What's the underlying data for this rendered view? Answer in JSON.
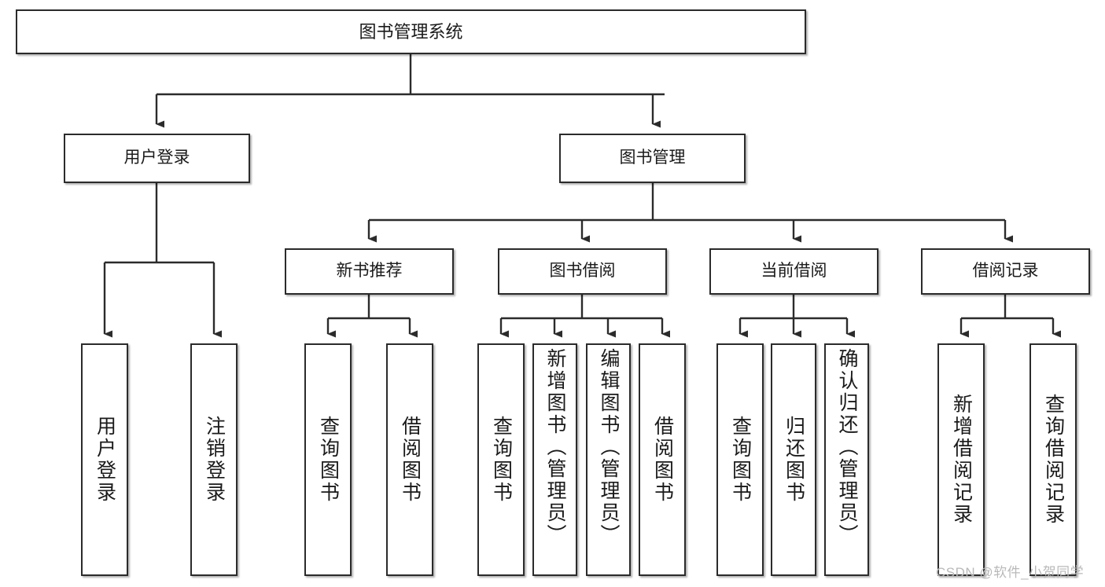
{
  "diagram": {
    "type": "tree-hierarchy",
    "title": "图书管理系统",
    "watermark": "CSDN @软件_小贺同学",
    "colors": {
      "node_border": "#2b2b2b",
      "node_fill": "#ffffff",
      "edge": "#2b2b2b",
      "canvas": "#ffffff",
      "watermark": "#b9b9b9"
    },
    "nodes": {
      "root": {
        "label": "图书管理系统"
      },
      "level2": [
        {
          "id": "user-login",
          "label": "用户登录"
        },
        {
          "id": "book-manage",
          "label": "图书管理"
        }
      ],
      "level3": [
        {
          "id": "new-book-recommend",
          "label": "新书推荐"
        },
        {
          "id": "book-borrow",
          "label": "图书借阅"
        },
        {
          "id": "current-borrow",
          "label": "当前借阅"
        },
        {
          "id": "borrow-record",
          "label": "借阅记录"
        }
      ],
      "leaves": {
        "user_login": [
          {
            "id": "leaf-user-login",
            "label": "用户登录"
          },
          {
            "id": "leaf-logout-login",
            "label": "注销登录"
          }
        ],
        "new_book_recommend": [
          {
            "id": "leaf-query-book-1",
            "label": "查询图书"
          },
          {
            "id": "leaf-borrow-book-1",
            "label": "借阅图书"
          }
        ],
        "book_borrow": [
          {
            "id": "leaf-query-book-2",
            "label": "查询图书"
          },
          {
            "id": "leaf-add-book",
            "label": "新增图书（管理员）"
          },
          {
            "id": "leaf-edit-book",
            "label": "编辑图书（管理员）"
          },
          {
            "id": "leaf-borrow-book-2",
            "label": "借阅图书"
          }
        ],
        "current_borrow": [
          {
            "id": "leaf-query-book-3",
            "label": "查询图书"
          },
          {
            "id": "leaf-return-book",
            "label": "归还图书"
          },
          {
            "id": "leaf-confirm-return",
            "label": "确认归还（管理员）"
          }
        ],
        "borrow_record": [
          {
            "id": "leaf-add-record",
            "label": "新增借阅记录"
          },
          {
            "id": "leaf-query-record",
            "label": "查询借阅记录"
          }
        ]
      }
    }
  }
}
